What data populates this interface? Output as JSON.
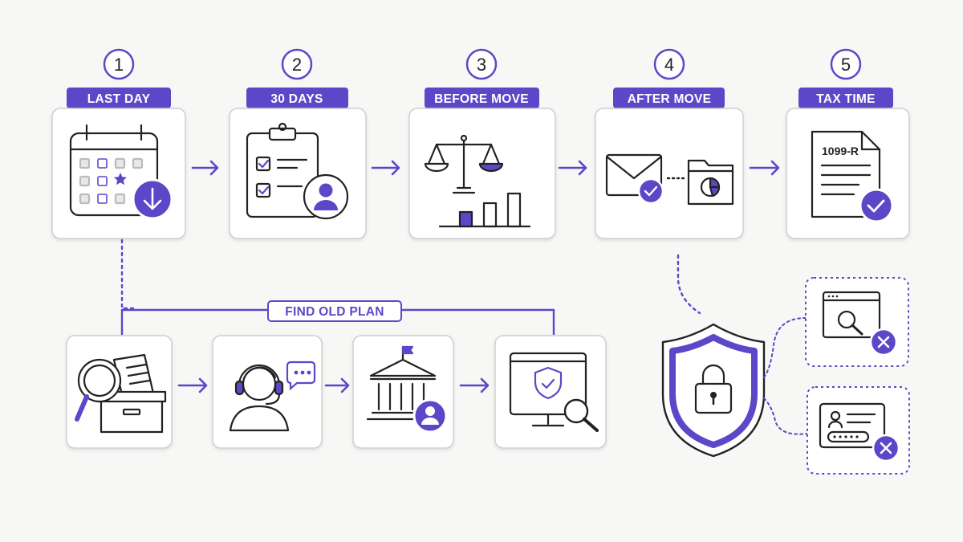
{
  "colors": {
    "accent": "#5b47c8",
    "ink": "#222222",
    "card_border": "#cfcfcf",
    "card_bg": "#ffffff",
    "background": "#f7f7f6"
  },
  "steps": [
    {
      "number": "1",
      "label": "LAST DAY",
      "icon": "calendar-download-icon"
    },
    {
      "number": "2",
      "label": "30 DAYS",
      "icon": "clipboard-checklist-person-icon"
    },
    {
      "number": "3",
      "label": "BEFORE MOVE",
      "icon": "scale-bar-chart-icon"
    },
    {
      "number": "4",
      "label": "AFTER MOVE",
      "icon": "envelope-folder-icon"
    },
    {
      "number": "5",
      "label": "TAX TIME",
      "icon": "tax-form-check-icon"
    }
  ],
  "tax_form_label": "1099-R",
  "find_old_plan": {
    "label": "FIND OLD PLAN",
    "items": [
      {
        "icon": "magnifier-records-box-icon"
      },
      {
        "icon": "support-agent-chat-icon"
      },
      {
        "icon": "institution-person-icon"
      },
      {
        "icon": "monitor-shield-search-icon"
      }
    ]
  },
  "security": {
    "main_icon": "shield-lock-icon",
    "warnings": [
      {
        "icon": "browser-search-reject-icon"
      },
      {
        "icon": "id-card-password-reject-icon"
      }
    ]
  }
}
